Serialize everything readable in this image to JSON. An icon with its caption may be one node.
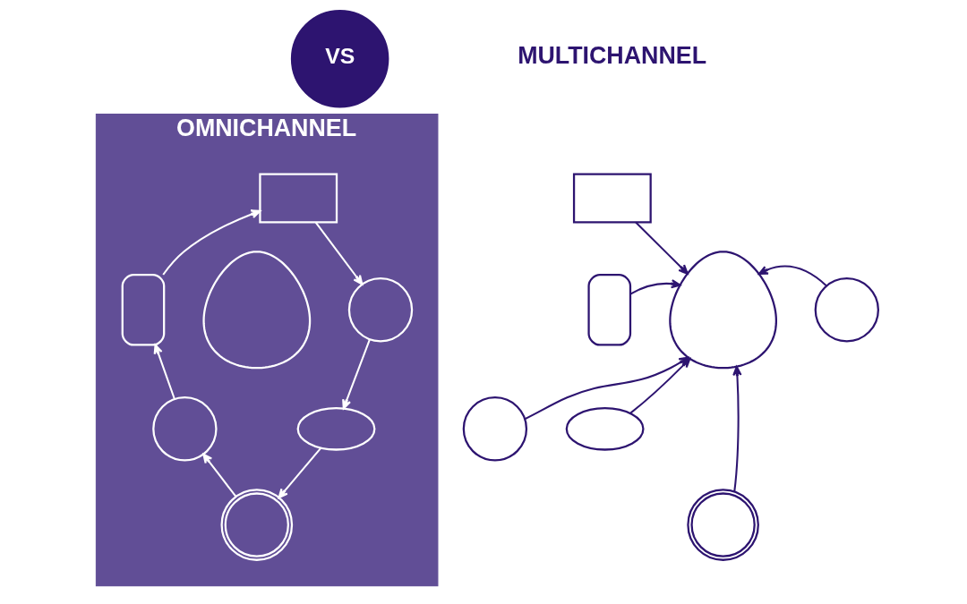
{
  "diagram": {
    "nodes": [
      {
        "text": [
          "OMNICHANNEL"
        ]
      },
      {
        "text": [
          "VS"
        ]
      },
      {
        "text": [],
        "shape": "envelope",
        "in": 0
      },
      {
        "text": [],
        "shape": "phone",
        "in": 0
      },
      {
        "text": [],
        "shape": "circle",
        "in": 0
      },
      {
        "text": [],
        "shape": "person",
        "in": 0
      },
      {
        "text": [],
        "shape": "circle",
        "in": 0
      },
      {
        "text": [],
        "shape": "bubble",
        "in": 0
      },
      {
        "text": [],
        "shape": "globe",
        "in": 0
      },
      {
        "text": [],
        "shape": "envelope"
      },
      {
        "text": [],
        "shape": "phone"
      },
      {
        "text": [],
        "shape": "circle"
      },
      {
        "text": [],
        "shape": "person"
      },
      {
        "text": [],
        "shape": "circle"
      },
      {
        "text": [],
        "shape": "bubble"
      },
      {
        "text": [],
        "shape": "globe"
      }
    ],
    "edges": [
      {
        "from": 2,
        "to": 4,
        "arrow": "to",
        "color": "#ffffff"
      },
      {
        "from": 4,
        "to": 7,
        "arrow": "to",
        "color": "#ffffff"
      },
      {
        "from": 7,
        "to": 8,
        "arrow": "to",
        "color": "#ffffff"
      },
      {
        "from": 8,
        "to": 6,
        "arrow": "to",
        "color": "#ffffff"
      },
      {
        "from": 6,
        "to": 3,
        "arrow": "to",
        "color": "#ffffff"
      },
      {
        "from": 3,
        "to": 2,
        "arrow": "to",
        "color": "#ffffff"
      },
      {
        "from": 9,
        "to": 12,
        "arrow": "to",
        "color": "#2d1470"
      },
      {
        "from": 10,
        "to": 12,
        "arrow": "to",
        "color": "#2d1470"
      },
      {
        "from": 11,
        "to": 12,
        "arrow": "to",
        "color": "#2d1470"
      },
      {
        "from": 13,
        "to": 12,
        "arrow": "to",
        "color": "#2d1470"
      },
      {
        "from": 14,
        "to": 12,
        "arrow": "to",
        "color": "#2d1470"
      },
      {
        "from": 15,
        "to": 12,
        "arrow": "to",
        "color": "#2d1470"
      }
    ],
    "labels": [
      "MULTICHANNEL"
    ]
  }
}
